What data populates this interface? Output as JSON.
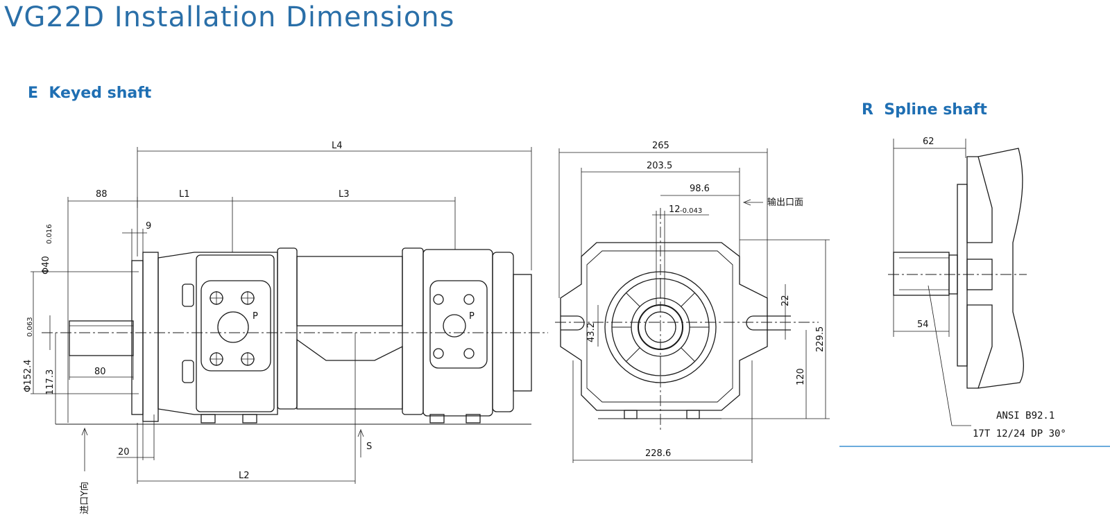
{
  "title": "VG22D Installation Dimensions",
  "sections": {
    "keyed": {
      "letter": "E",
      "label": "Keyed shaft"
    },
    "spline": {
      "letter": "R",
      "label": "Spline shaft"
    }
  },
  "dimensions": {
    "side": {
      "L4": "L4",
      "L1": "L1",
      "L3": "L3",
      "L2": "L2",
      "d88": "88",
      "d9": "9",
      "d80": "80",
      "d20": "20",
      "d117_3": "117.3",
      "phi40": "Φ40",
      "phi40_tol": "0.016",
      "phi152": "Φ152.4",
      "phi152_tol": "0.063",
      "port_p1": "P",
      "port_p2": "P",
      "suction": "S",
      "inlet_label": "进口Y向"
    },
    "front": {
      "d265": "265",
      "d203_5": "203.5",
      "d98_6": "98.6",
      "d12": "12",
      "d12_tol": "-0.043",
      "d43": "43.2",
      "d22": "22",
      "d229_5": "229.5",
      "d120": "120",
      "d228_6": "228.6",
      "outlet_label": "输出口面"
    },
    "spline": {
      "d62": "62",
      "d54": "54",
      "spec_line1": "ANSI B92.1",
      "spec_line2": "17T 12/24 DP 30°"
    }
  },
  "colors": {
    "title": "#2a6fa8",
    "heading": "#1f6fb3",
    "line": "#1a1a1a",
    "rule": "#3a8fd0"
  }
}
